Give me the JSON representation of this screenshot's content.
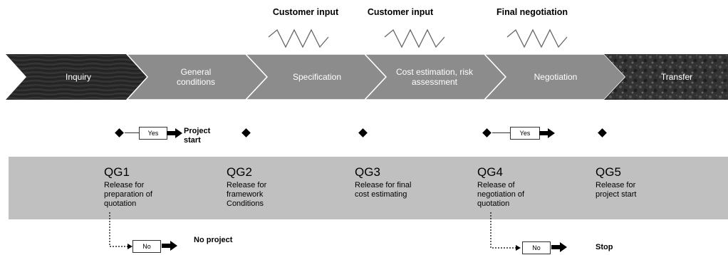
{
  "annotations": [
    {
      "id": "customer-input-1",
      "label": "Customer input"
    },
    {
      "id": "customer-input-2",
      "label": "Customer input"
    },
    {
      "id": "final-negotiation",
      "label": "Final negotiation"
    }
  ],
  "phases": [
    {
      "id": "inquiry",
      "label": "Inquiry"
    },
    {
      "id": "general",
      "label": "General conditions"
    },
    {
      "id": "specification",
      "label": "Specification"
    },
    {
      "id": "cost",
      "label": "Cost estimation, risk assessment"
    },
    {
      "id": "negotiation",
      "label": "Negotiation"
    },
    {
      "id": "transfer",
      "label": "Transfer"
    }
  ],
  "decisions": {
    "yes1": "Yes",
    "yes2": "Yes",
    "project_start": "Project start",
    "no1": "No",
    "no2": "No",
    "no_project": "No project",
    "stop": "Stop"
  },
  "gates": [
    {
      "id": "QG1",
      "desc": "Release for preparation of quotation"
    },
    {
      "id": "QG2",
      "desc": "Release for framework Conditions"
    },
    {
      "id": "QG3",
      "desc": "Release for final cost estimating"
    },
    {
      "id": "QG4",
      "desc": "Release of negotiation of quotation"
    },
    {
      "id": "QG5",
      "desc": "Release for project start"
    }
  ],
  "colors": {
    "phase": "#8c8c8c",
    "dark_phase": "#2a2a2a",
    "band": "#c0c0c0"
  }
}
